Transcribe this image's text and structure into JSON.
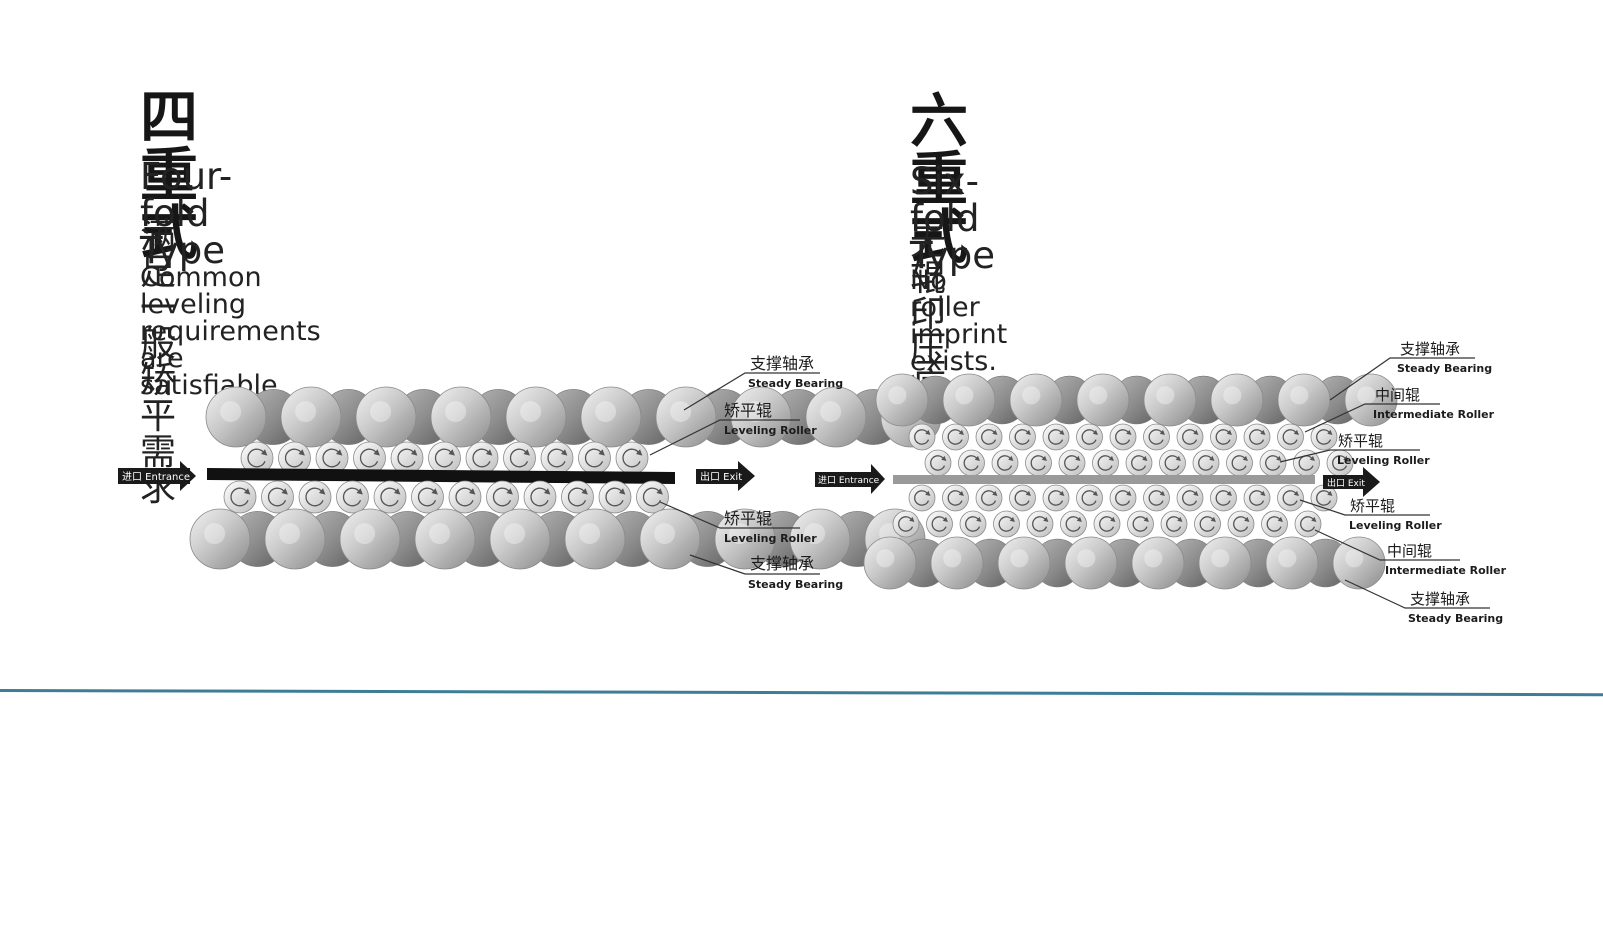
{
  "four_fold": {
    "title_zh": "四重式",
    "title_en": "Four-fold Type",
    "subtitle_zh": "满足一般矫平需求",
    "subtitle_en": "Common leveling requirements are satisfiable.",
    "entrance_label": "进口 Entrance",
    "exit_label": "出口 Exit",
    "labels": [
      {
        "zh": "支撑轴承",
        "en": "Steady Bearing"
      },
      {
        "zh": "矫平辊",
        "en": "Leveling Roller"
      },
      {
        "zh": "矫平辊",
        "en": "Leveling Roller"
      },
      {
        "zh": "支撑轴承",
        "en": "Steady Bearing"
      }
    ],
    "strip_color": "#111111"
  },
  "six_fold": {
    "title_zh": "六重式",
    "title_en": "Six-fold Type",
    "subtitle_zh": "无辊印压痕",
    "subtitle_en": "No roller imprint exists.",
    "entrance_label": "进口 Entrance",
    "exit_label": "出口 Exit",
    "labels": [
      {
        "zh": "支撑轴承",
        "en": "Steady Bearing"
      },
      {
        "zh": "中间辊",
        "en": "Intermediate Roller"
      },
      {
        "zh": "矫平辊",
        "en": "Leveling Roller"
      },
      {
        "zh": "矫平辊",
        "en": "Leveling Roller"
      },
      {
        "zh": "中间辊",
        "en": "Intermediate Roller"
      },
      {
        "zh": "支撑轴承",
        "en": "Steady Bearing"
      }
    ],
    "strip_color": "#9a9a9a"
  },
  "colors": {
    "rule": "#3d7e96",
    "label_bg": "#1a1a1a"
  }
}
